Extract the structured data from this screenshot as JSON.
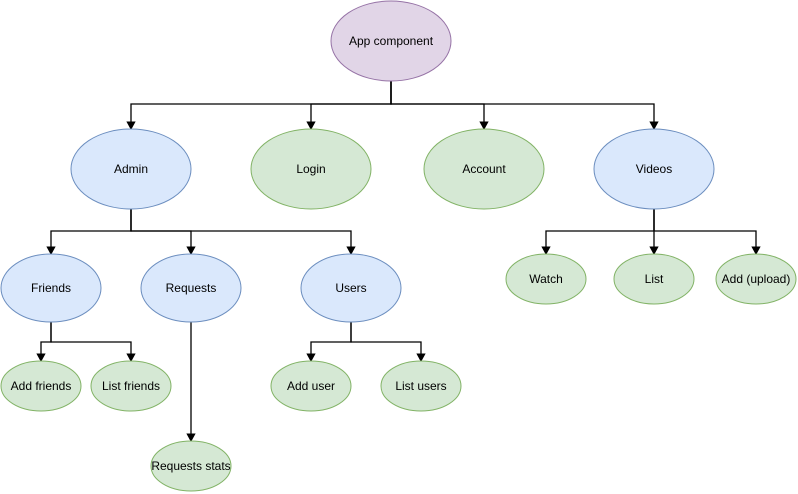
{
  "styles": {
    "purple": {
      "fill": "#e1d5e7",
      "stroke": "#9673a6"
    },
    "blue": {
      "fill": "#dae8fc",
      "stroke": "#6c8ebf"
    },
    "green": {
      "fill": "#d5e8d4",
      "stroke": "#82b366"
    }
  },
  "nodes": [
    {
      "id": "app-component",
      "label": "App component",
      "style": "purple"
    },
    {
      "id": "admin",
      "label": "Admin",
      "style": "blue"
    },
    {
      "id": "login",
      "label": "Login",
      "style": "green"
    },
    {
      "id": "account",
      "label": "Account",
      "style": "green"
    },
    {
      "id": "videos",
      "label": "Videos",
      "style": "blue"
    },
    {
      "id": "friends",
      "label": "Friends",
      "style": "blue"
    },
    {
      "id": "requests",
      "label": "Requests",
      "style": "blue"
    },
    {
      "id": "users",
      "label": "Users",
      "style": "blue"
    },
    {
      "id": "watch",
      "label": "Watch",
      "style": "green"
    },
    {
      "id": "list",
      "label": "List",
      "style": "green"
    },
    {
      "id": "add-upload",
      "label": "Add (upload)",
      "style": "green"
    },
    {
      "id": "add-friends",
      "label": "Add friends",
      "style": "green"
    },
    {
      "id": "list-friends",
      "label": "List friends",
      "style": "green"
    },
    {
      "id": "add-user",
      "label": "Add user",
      "style": "green"
    },
    {
      "id": "list-users",
      "label": "List users",
      "style": "green"
    },
    {
      "id": "requests-stats",
      "label": "Requests stats",
      "style": "green"
    }
  ],
  "edges": [
    {
      "from": "app-component",
      "to": "admin"
    },
    {
      "from": "app-component",
      "to": "login"
    },
    {
      "from": "app-component",
      "to": "account"
    },
    {
      "from": "app-component",
      "to": "videos"
    },
    {
      "from": "admin",
      "to": "friends"
    },
    {
      "from": "admin",
      "to": "requests"
    },
    {
      "from": "admin",
      "to": "users"
    },
    {
      "from": "videos",
      "to": "watch"
    },
    {
      "from": "videos",
      "to": "list"
    },
    {
      "from": "videos",
      "to": "add-upload"
    },
    {
      "from": "friends",
      "to": "add-friends"
    },
    {
      "from": "friends",
      "to": "list-friends"
    },
    {
      "from": "users",
      "to": "add-user"
    },
    {
      "from": "users",
      "to": "list-users"
    },
    {
      "from": "requests",
      "to": "requests-stats"
    }
  ]
}
